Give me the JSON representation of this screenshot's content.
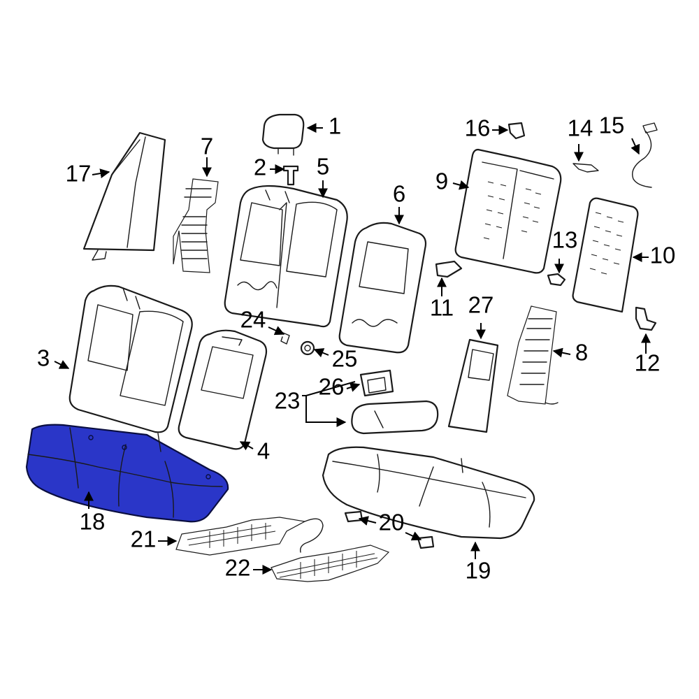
{
  "diagram": {
    "highlight_color": "#2a36c8",
    "line_color": "#1a1a1a",
    "callouts": {
      "c1": "1",
      "c2": "2",
      "c3": "3",
      "c4": "4",
      "c5": "5",
      "c6": "6",
      "c7": "7",
      "c8": "8",
      "c9": "9",
      "c10": "10",
      "c11": "11",
      "c12": "12",
      "c13": "13",
      "c14": "14",
      "c15": "15",
      "c16": "16",
      "c17": "17",
      "c18": "18",
      "c19": "19",
      "c20": "20",
      "c21": "21",
      "c22": "22",
      "c23": "23",
      "c24": "24",
      "c25": "25",
      "c26": "26",
      "c27": "27"
    },
    "highlighted_part": "18"
  }
}
